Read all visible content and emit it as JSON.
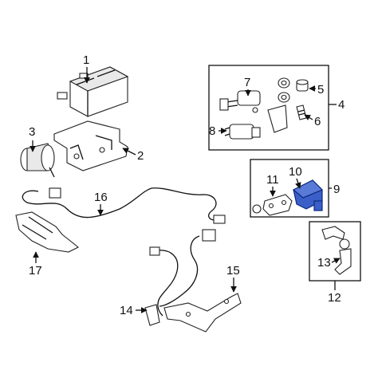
{
  "colors": {
    "highlight": "#3b5fc8",
    "line": "#111111",
    "background": "#ffffff"
  },
  "callouts": {
    "c1": "1",
    "c2": "2",
    "c3": "3",
    "c4": "4",
    "c5": "5",
    "c6": "6",
    "c7": "7",
    "c8": "8",
    "c9": "9",
    "c10": "10",
    "c11": "11",
    "c12": "12",
    "c13": "13",
    "c14": "14",
    "c15": "15",
    "c16": "16",
    "c17": "17"
  }
}
